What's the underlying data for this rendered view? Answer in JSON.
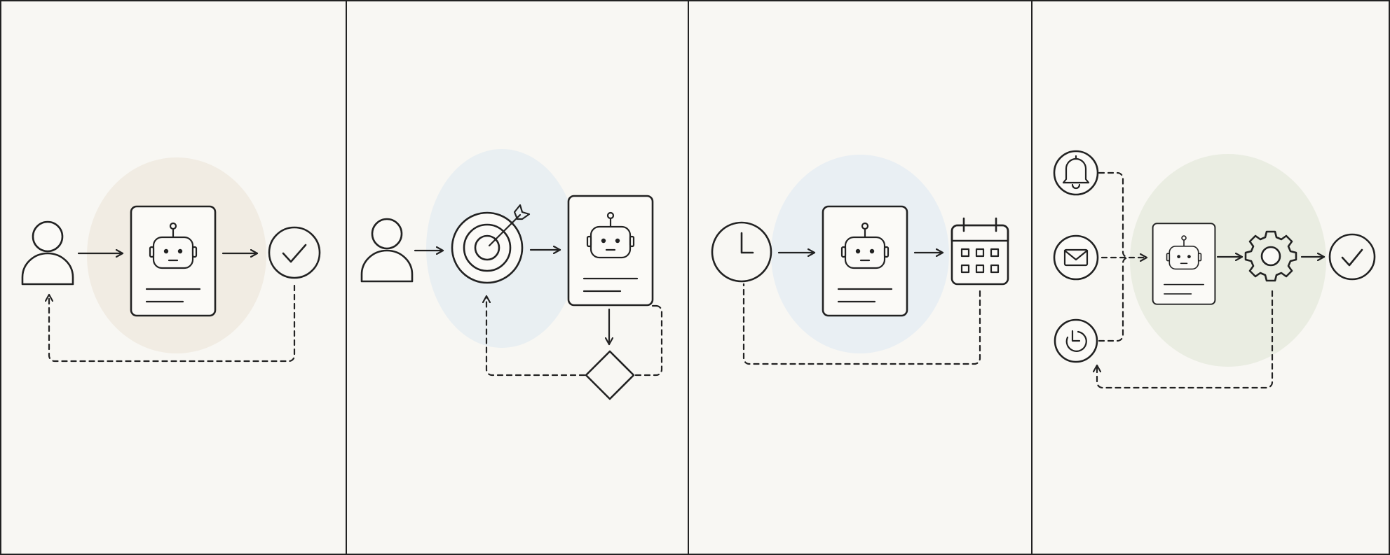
{
  "colors": {
    "background": "#f8f7f3",
    "line": "#222222",
    "panel1_blob": "#f1ece3",
    "panel2_blob": "#e9eff2",
    "panel3_blob": "#e9eff3",
    "panel4_blob": "#eaede2",
    "check_fill": "#dfe3cf",
    "clock_fill": "#c9d3dc",
    "diamond_fill": "#cbd5dd",
    "calendar_header": "#c6d0d8",
    "gear_fill": "#e6e8dc",
    "bell_fill": "#c9d1d8"
  },
  "panels": [
    {
      "id": "panel-1",
      "theme": "user request to agent to completion, with feedback loop",
      "icons": [
        "user-icon",
        "agent-document-icon",
        "check-icon"
      ]
    },
    {
      "id": "panel-2",
      "theme": "user goal to agent with decision loop",
      "icons": [
        "user-icon",
        "target-icon",
        "agent-document-icon",
        "decision-diamond-icon"
      ]
    },
    {
      "id": "panel-3",
      "theme": "scheduled trigger to agent to calendar, with loop",
      "icons": [
        "clock-icon",
        "agent-document-icon",
        "calendar-icon"
      ]
    },
    {
      "id": "panel-4",
      "theme": "event triggers to agent to process to completion, with loop",
      "icons": [
        "bell-icon",
        "mail-icon",
        "timer-icon",
        "agent-document-icon",
        "gear-icon",
        "check-icon"
      ]
    }
  ]
}
